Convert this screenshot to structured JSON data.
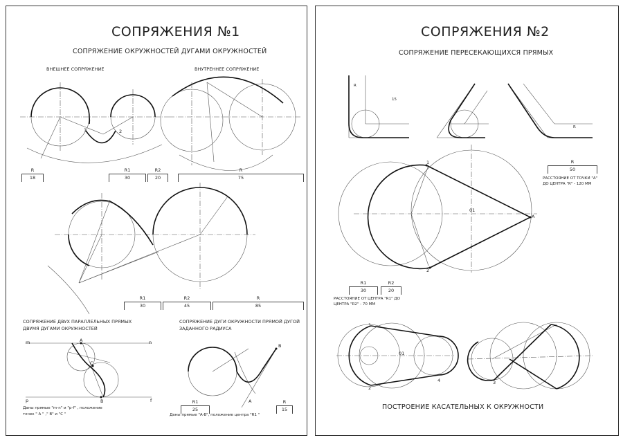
{
  "sheet1": {
    "title": "СОПРЯЖЕНИЯ №1",
    "subtitle": "СОПРЯЖЕНИЕ ОКРУЖНОСТЕЙ ДУГАМИ ОКРУЖНОСТЕЙ",
    "external_label": "ВНЕШНЕЕ СОПРЯЖЕНИЕ",
    "internal_label": "ВНУТРЕННЕЕ СОПРЯЖЕНИЕ",
    "dims_top": [
      {
        "label": "R",
        "value": "18"
      },
      {
        "label": "R1",
        "value": "30"
      },
      {
        "label": "R2",
        "value": "20"
      },
      {
        "label": "R",
        "value": "75"
      }
    ],
    "dims_mid": [
      {
        "label": "R1",
        "value": "30"
      },
      {
        "label": "R2",
        "value": "45"
      },
      {
        "label": "R",
        "value": "85"
      }
    ],
    "parallel_title_1": "СОПРЯЖЕНИЕ ДВУХ ПАРАЛЛЕЛЬНЫХ ПРЯМЫХ",
    "parallel_title_2": "ДВУМЯ ДУГАМИ ОКРУЖНОСТЕЙ",
    "arcline_title_1": "СОПРЯЖЕНИЕ ДУГИ ОКРУЖНОСТИ ПРЯМОЙ ДУГОЙ",
    "arcline_title_2": "ЗАДАННОГО РАДИУСА",
    "line_labels": {
      "m": "m",
      "n": "n",
      "p": "p",
      "f": "f",
      "A": "A",
      "B": "B",
      "C": "C"
    },
    "dims_bottom": [
      {
        "label": "R1",
        "value": "25"
      },
      {
        "label": "R",
        "value": "15"
      }
    ],
    "note_left_1": "Даны прямые \"m-n\" и \"p-f\" , положение",
    "note_left_2": "точек \" A \" ,\" B\" и \"C \"",
    "note_right": "Даны прямые \"A-B\", положение центра \"R1 \"",
    "point_labels": {
      "p1": "1",
      "p2": "2",
      "A": "A",
      "B": "B"
    }
  },
  "sheet2": {
    "title": "СОПРЯЖЕНИЯ №2",
    "subtitle": "СОПРЯЖЕНИЕ ПЕРЕСЕКАЮЩИХСЯ ПРЯМЫХ",
    "dim_R": {
      "label": "R",
      "value": "50"
    },
    "note_right_1": "РАССТОЯНИЕ ОТ ТОЧКИ \"А\"",
    "note_right_2": "ДО ЦЕНТРА \"R\" - 120 ММ",
    "dims_left": [
      {
        "label": "R1",
        "value": "30"
      },
      {
        "label": "R2",
        "value": "20"
      }
    ],
    "note_left_1": "РАССТОЯНИЕ ОТ ЦЕНТРА \"R1\" ДО",
    "note_left_2": "ЦЕНТРА \"R2\" - 70 ММ",
    "bottom_title": "ПОСТРОЕНИЕ КАСАТЕЛЬНЫХ К ОКРУЖНОСТИ",
    "labels": {
      "O1": "01",
      "A": "A",
      "R": "R",
      "p1": "1",
      "p2": "2",
      "p3": "3",
      "p4": "4",
      "dim15": "15"
    }
  }
}
